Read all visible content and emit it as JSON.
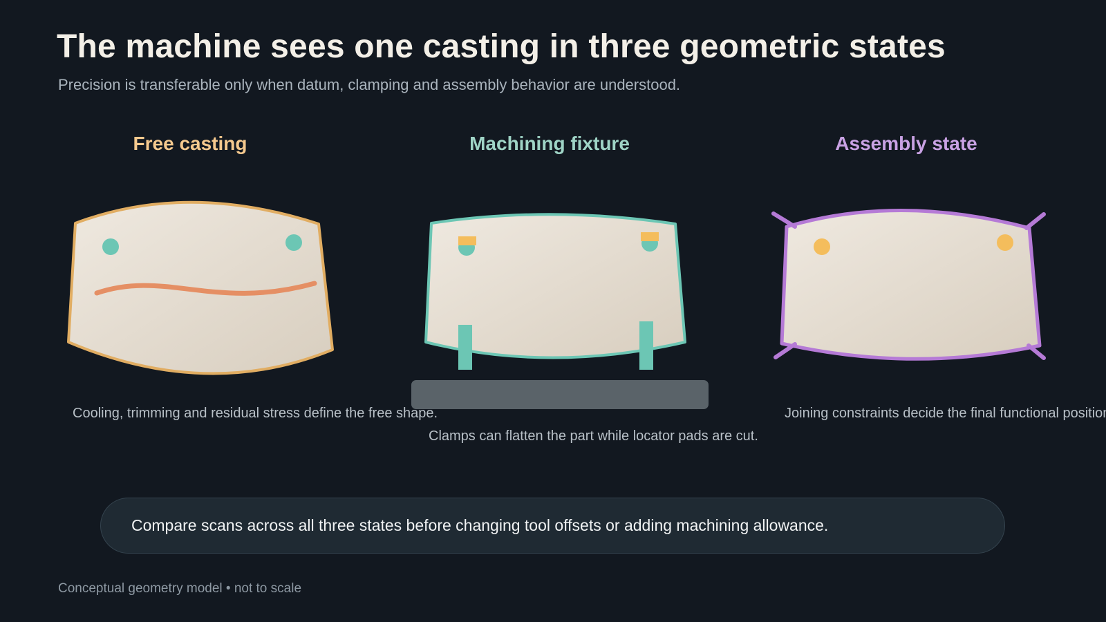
{
  "header": {
    "title": "The machine sees one casting in three geometric states",
    "subtitle": "Precision is transferable only when datum, clamping and assembly behavior are understood."
  },
  "panels": [
    {
      "title": "Free casting",
      "caption": "Cooling, trimming and residual stress define the free shape.",
      "accent": "#e1ad62"
    },
    {
      "title": "Machining fixture",
      "caption": "Clamps can flatten the part while locator pads are cut.",
      "accent": "#6cc6b4"
    },
    {
      "title": "Assembly state",
      "caption": "Joining constraints decide the final functional position.",
      "accent": "#b57ad6"
    }
  ],
  "callout": {
    "text": "Compare scans across all three states before changing tool offsets or adding machining allowance."
  },
  "footnote": "Conceptual geometry model • not to scale",
  "colors": {
    "background": "#121820",
    "casting_fill_light": "#efe9e0",
    "casting_fill_dark": "#d8cebf",
    "stress_line": "#e58f64",
    "locator_pad": "#f4bd5c",
    "fixture_base": "#5a6369"
  }
}
